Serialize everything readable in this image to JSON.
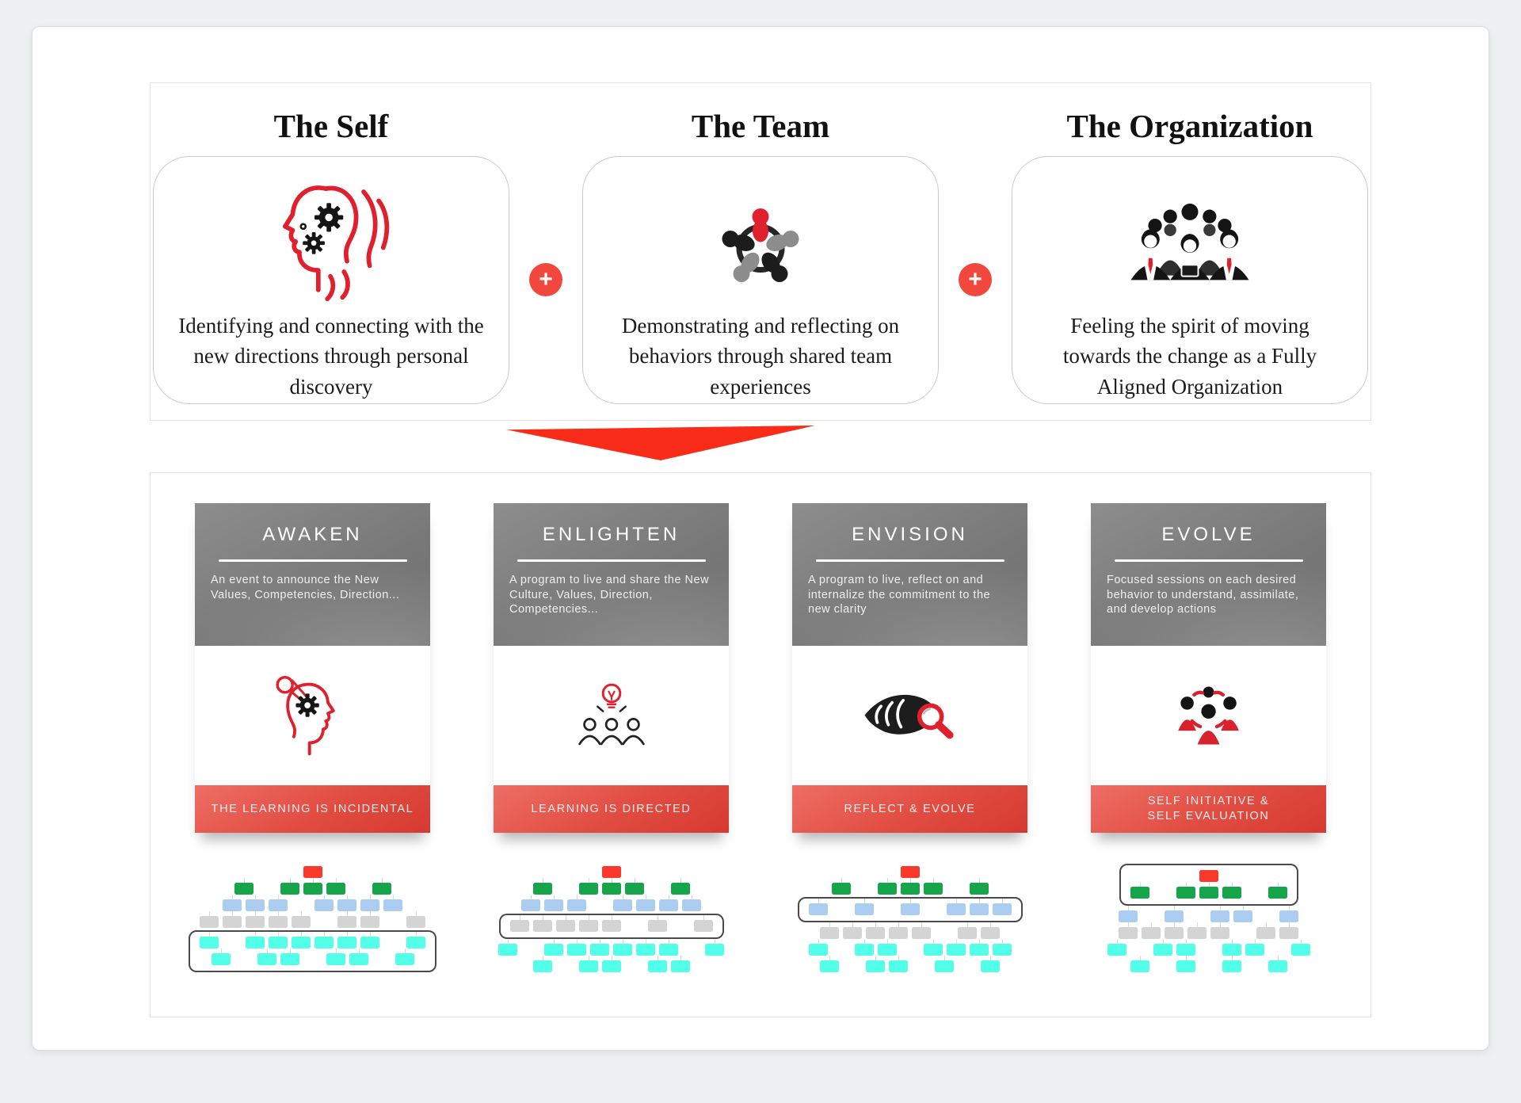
{
  "top_section": {
    "plus_symbol": "+",
    "pillars": [
      {
        "title": "The Self",
        "icon": "self-head-gears-icon",
        "description": "Identifying and connecting with the new directions through personal discovery"
      },
      {
        "title": "The Team",
        "icon": "team-huddle-icon",
        "description": "Demonstrating and reflecting on behaviors through shared team experiences"
      },
      {
        "title": "The Organization",
        "icon": "organization-people-icon",
        "description": "Feeling the spirit of moving towards the change as a Fully Aligned Organization"
      }
    ]
  },
  "phases": [
    {
      "name": "AWAKEN",
      "icon": "head-gear-lens-icon",
      "description": "An event to announce the New Values, Competencies, Direction...",
      "footer": "THE LEARNING IS INCIDENTAL"
    },
    {
      "name": "ENLIGHTEN",
      "icon": "people-lightbulb-icon",
      "description": "A program to live and share the New Culture, Values, Direction, Competencies...",
      "footer": "LEARNING IS DIRECTED"
    },
    {
      "name": "ENVISION",
      "icon": "eye-magnifier-icon",
      "description": "A program to live, reflect on and internalize the commitment to the new clarity",
      "footer": "REFLECT & EVOLVE"
    },
    {
      "name": "EVOLVE",
      "icon": "people-group-icon",
      "description": "Focused sessions on each desired behavior to understand, assimilate, and develop actions",
      "footer": "SELF INITIATIVE &\nSELF EVALUATION"
    }
  ],
  "colors": {
    "accent_red": "#e0202c",
    "plus_red": "#f2473c",
    "arrow_red": "#f92c1a",
    "header_gray": "#7d7d7d",
    "footer_red_light": "#ee6e65",
    "footer_red_dark": "#d63a30",
    "chart": {
      "R": "#f8392b",
      "G": "#16a54a",
      "B": "#abcdf1",
      "S": "#d4d4d4",
      "C": "#52ffe8"
    }
  },
  "org_charts": [
    {
      "highlight_rows": [
        4,
        5
      ],
      "rows": [
        "R",
        "G.GGG.G",
        "BBB.BBBB",
        "SSSSS.SS.S",
        "C.CCCCCC.C",
        "C.CC.CC.C"
      ]
    },
    {
      "highlight_rows": [
        3,
        3
      ],
      "rows": [
        "R",
        "G.GGG.G",
        "BBB.BBBB",
        "SSSSS.S.S",
        "C.CCCCCC.C",
        "C.CC.CC"
      ]
    },
    {
      "highlight_rows": [
        2,
        2
      ],
      "rows": [
        "R",
        "G.GGG.G",
        "B.B.B.BBB",
        "SSSSS.SS",
        "C.CC.CCCC",
        "C.CC.C.C"
      ]
    },
    {
      "highlight_rows": [
        0,
        1
      ],
      "rows": [
        "R",
        "G.GGG.G",
        "B.B.BB.B",
        "SSSSS.SS",
        "C.CC.CC.C",
        "C.C.C.C"
      ]
    }
  ]
}
